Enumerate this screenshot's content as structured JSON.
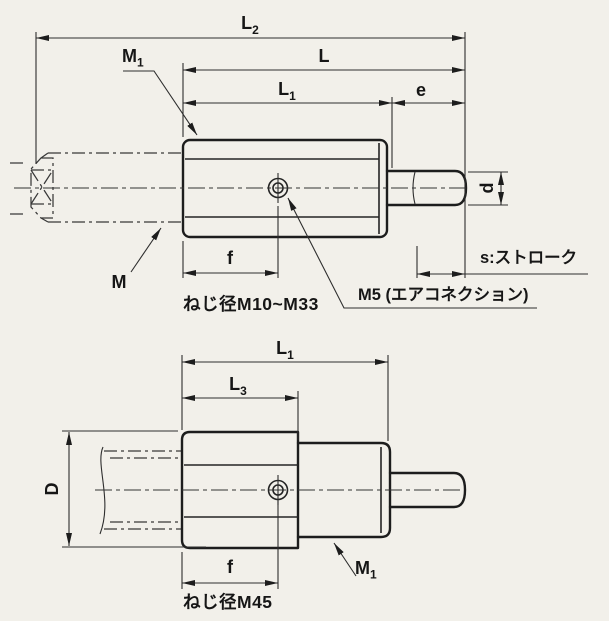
{
  "colors": {
    "background": "#f2f0ea",
    "line": "#1d1d1d"
  },
  "figure1": {
    "caption": "ねじ径M10~M33",
    "labels": {
      "L2": {
        "base": "L",
        "sub": "2"
      },
      "L": {
        "base": "L",
        "sub": ""
      },
      "L1": {
        "base": "L",
        "sub": "1"
      },
      "e": {
        "base": "e",
        "sub": ""
      },
      "M1": {
        "base": "M",
        "sub": "1"
      },
      "M": {
        "base": "M",
        "sub": ""
      },
      "d": {
        "base": "d",
        "sub": ""
      },
      "f": {
        "base": "f",
        "sub": ""
      },
      "s": "s:ストローク",
      "m5": "M5 (エアコネクション)"
    }
  },
  "figure2": {
    "caption": "ねじ径M45",
    "labels": {
      "L1": {
        "base": "L",
        "sub": "1"
      },
      "L3": {
        "base": "L",
        "sub": "3"
      },
      "D": {
        "base": "D",
        "sub": ""
      },
      "f": {
        "base": "f",
        "sub": ""
      },
      "M1": {
        "base": "M",
        "sub": "1"
      }
    }
  }
}
